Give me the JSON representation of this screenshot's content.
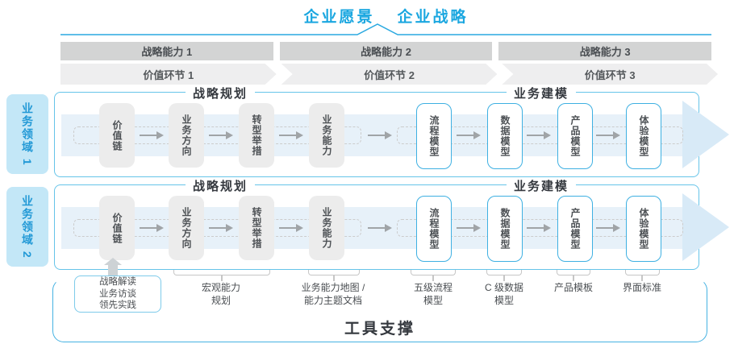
{
  "header": {
    "vision": "企业愿景",
    "strategy": "企业战略"
  },
  "capability_bands": [
    "战略能力 1",
    "战略能力 2",
    "战略能力 3"
  ],
  "value_links": [
    "价值环节 1",
    "价值环节 2",
    "价值环节 3"
  ],
  "domains": [
    "业务领域 1",
    "业务领域 2"
  ],
  "lane": {
    "planning_header": "战略规划",
    "modeling_header": "业务建模",
    "planning_boxes": [
      "价值链",
      "业务方向",
      "转型举措",
      "业务能力"
    ],
    "modeling_boxes": [
      "流程模型",
      "数据模型",
      "产品模型",
      "体验模型"
    ]
  },
  "interview_box": {
    "lines": [
      "战略解读",
      "业务访谈",
      "领先实践"
    ]
  },
  "annotations": [
    {
      "lines": [
        "宏观能力",
        "规划"
      ]
    },
    {
      "lines": [
        "业务能力地图 /",
        "能力主题文档"
      ]
    },
    {
      "lines": [
        "五级流程",
        "模型"
      ]
    },
    {
      "lines": [
        "C 级数据",
        "模型"
      ]
    },
    {
      "lines": [
        "产品模板",
        ""
      ]
    },
    {
      "lines": [
        "界面标准",
        ""
      ]
    }
  ],
  "tools_label": "工具支撑",
  "colors": {
    "accent_blue": "#1ba7e0",
    "lane_border": "#66c4e9",
    "band_gray": "#d3d4d4",
    "chevron_gray": "#eeeeef",
    "light_blue_band": "#e7f1f9",
    "domain_bg": "#c3e7f7",
    "domain_text": "#2299d6",
    "box_gray": "#ececec",
    "box_blue_border": "#3eb0e2"
  }
}
